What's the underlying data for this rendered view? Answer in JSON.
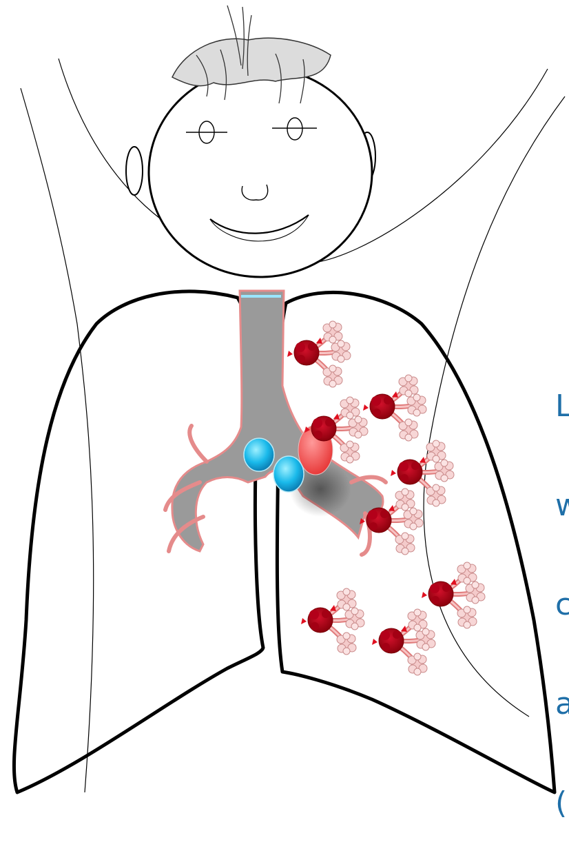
{
  "caption": {
    "lines": [
      "L",
      "w",
      "c",
      "a",
      "("
    ]
  },
  "colors": {
    "outline": "#000000",
    "trachea": "#9a9a9a",
    "airway_edge": "#e58b8b",
    "node_cyan": "#18b6e8",
    "node_red": "#f04848",
    "lesion_dark_red": "#b00010",
    "alveoli_pink": "#f2c4c4",
    "caption_blue": "#1f6fa8"
  },
  "icons": {
    "figure": "child-figure-icon",
    "lungs": "lungs-icon",
    "lesion": "alveolar-lesion-icon",
    "lymph_node": "lymph-node-icon"
  }
}
